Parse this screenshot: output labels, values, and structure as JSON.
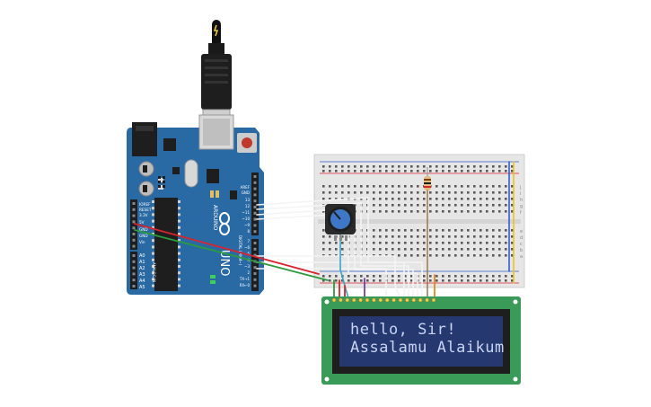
{
  "lcd": {
    "line1": "hello, Sir!",
    "line2": "Assalamu Alaikum"
  },
  "arduino": {
    "brand": "ARDUINO",
    "model": "UNO",
    "digital_label": "DIGITAL (PWM~)",
    "analog_label": "ANALOG IN",
    "power_pins": [
      "IOREF",
      "RESET",
      "3.3V",
      "5V",
      "GND",
      "GND",
      "Vin"
    ],
    "analog_pins": [
      "A0",
      "A1",
      "A2",
      "A3",
      "A4",
      "A5"
    ],
    "digital_pins": [
      "AREF",
      "GND",
      "13",
      "12",
      "~11",
      "~10",
      "~9",
      "8",
      "7",
      "~6",
      "~5",
      "4",
      "~3",
      "2",
      "TX→1",
      "RX←0"
    ]
  },
  "breadboard": {
    "row_letters_top": [
      "j",
      "i",
      "h",
      "g",
      "f"
    ],
    "row_letters_bottom": [
      "e",
      "d",
      "c",
      "b",
      "a"
    ]
  },
  "colors": {
    "arduino_board": "#2a6aa4",
    "breadboard": "#e8e8e8",
    "lcd_board": "#3a9a58",
    "lcd_screen": "#253870",
    "wire_red": "#d9232d",
    "wire_green": "#2d9a3e",
    "wire_white": "#f4f4f4",
    "wire_orange": "#e08a20",
    "wire_purple": "#7a3ea0",
    "wire_cyan": "#3aa6c0",
    "wire_brown": "#9a7040",
    "wire_yellow": "#f0c020",
    "wire_blue": "#3060d0"
  }
}
